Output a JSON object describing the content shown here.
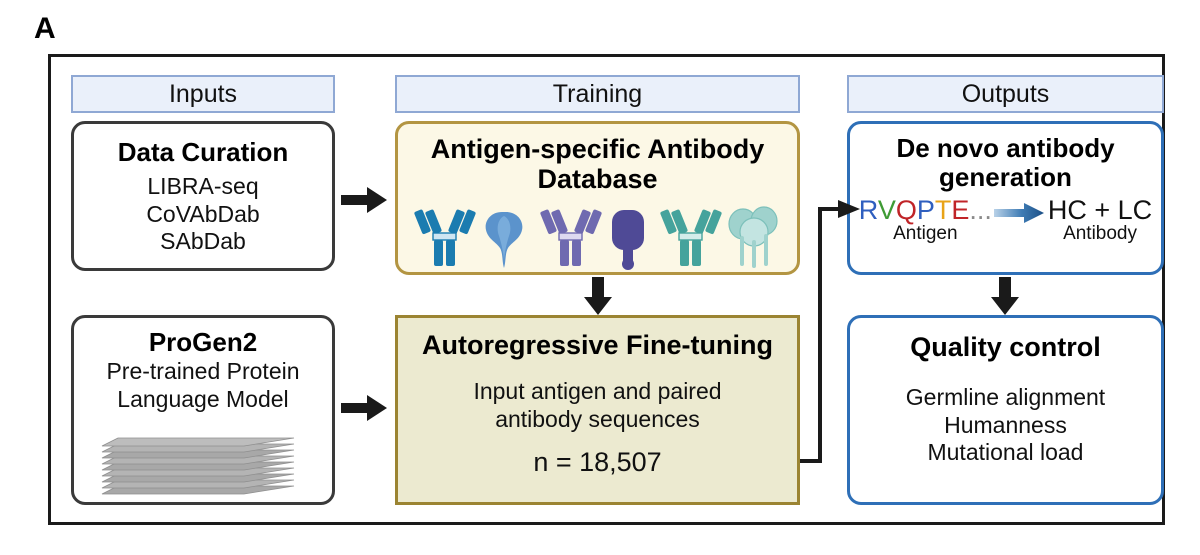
{
  "panel": {
    "letter": "A"
  },
  "columns": [
    {
      "id": "inputs",
      "header": "Inputs"
    },
    {
      "id": "training",
      "header": "Training"
    },
    {
      "id": "outputs",
      "header": "Outputs"
    }
  ],
  "boxes": {
    "data_curation": {
      "title": "Data Curation",
      "lines": [
        "LIBRA-seq",
        "CoVAbDab",
        "SAbDab"
      ],
      "border_color": "#3a3a3a",
      "fill_color": "#ffffff"
    },
    "progen2": {
      "title": "ProGen2",
      "lines": [
        "Pre-trained Protein",
        "Language Model"
      ],
      "graphic": "stacked-paper-sheets",
      "border_color": "#3a3a3a",
      "fill_color": "#ffffff"
    },
    "antibody_database": {
      "title": "Antigen-specific Antibody Database",
      "graphic": "antibody-icons",
      "border_color": "#b39542",
      "fill_color": "#fcf8e6"
    },
    "finetuning": {
      "title": "Autoregressive Fine-tuning",
      "lines": [
        "Input antigen and paired",
        "antibody sequences"
      ],
      "count_label": "n = 18,507",
      "border_color": "#9b8432",
      "fill_color": "#ecead0"
    },
    "de_novo": {
      "title": "De novo antibody generation",
      "sequence": [
        {
          "char": "R",
          "color": "#2f5fbf"
        },
        {
          "char": "V",
          "color": "#3f9b35"
        },
        {
          "char": "Q",
          "color": "#c02428"
        },
        {
          "char": "P",
          "color": "#2f5fbf"
        },
        {
          "char": "T",
          "color": "#e8a317"
        },
        {
          "char": "E",
          "color": "#c02428"
        },
        {
          "char": "...",
          "color": "#8a8a8a"
        }
      ],
      "sequence_caption": "Antigen",
      "product_label": "HC + LC",
      "product_caption": "Antibody",
      "border_color": "#2e6fb7",
      "fill_color": "#ffffff"
    },
    "quality_control": {
      "title": "Quality control",
      "lines": [
        "Germline alignment",
        "Humanness",
        "Mutational load"
      ],
      "border_color": "#2e6fb7",
      "fill_color": "#ffffff"
    }
  },
  "arrows": [
    {
      "id": "inputs-to-training",
      "from": "data_curation",
      "to": "antibody_database",
      "direction": "right",
      "color": "#1a1a1a"
    },
    {
      "id": "progen-to-finetune",
      "from": "progen2",
      "to": "finetuning",
      "direction": "right",
      "color": "#1a1a1a"
    },
    {
      "id": "db-to-finetune",
      "from": "antibody_database",
      "to": "finetuning",
      "direction": "down",
      "color": "#1a1a1a"
    },
    {
      "id": "finetune-to-denovo",
      "from": "finetuning",
      "to": "de_novo",
      "direction": "elbow-up-right",
      "color": "#1a1a1a"
    },
    {
      "id": "denovo-to-quality",
      "from": "de_novo",
      "to": "quality_control",
      "direction": "down",
      "color": "#1a1a1a"
    },
    {
      "id": "antigen-to-antibody",
      "from": "sequence",
      "to": "product",
      "direction": "right",
      "color": "#1b4f86"
    }
  ],
  "antibody_icons": [
    {
      "type": "y-antibody",
      "color": "#1b7cb0"
    },
    {
      "type": "blob-protein",
      "color": "#5b93cc"
    },
    {
      "type": "y-antibody",
      "color": "#6f6ab0"
    },
    {
      "type": "paddle-protein",
      "color": "#4f4a96"
    },
    {
      "type": "y-antibody",
      "color": "#45a39c"
    },
    {
      "type": "trimer-protein",
      "color": "#9fd2cd"
    }
  ],
  "frame": {
    "border_color": "#1a1a1a"
  },
  "header_style": {
    "fill": "#eaf0fa",
    "border": "#8fa8d4"
  }
}
